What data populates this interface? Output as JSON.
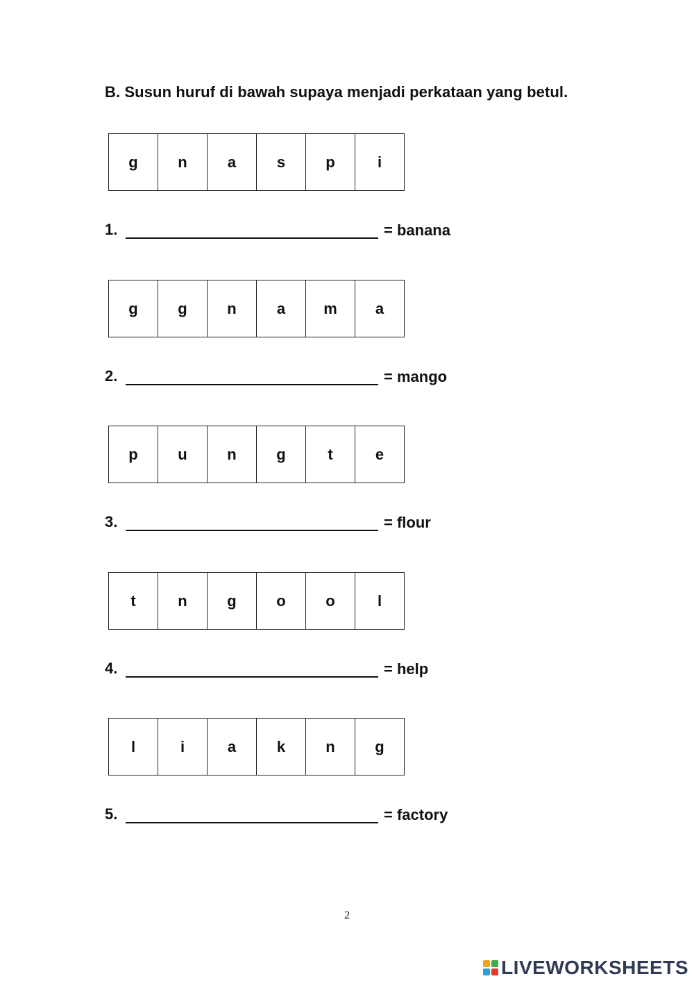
{
  "instruction": "B. Susun huruf di bawah supaya menjadi perkataan yang betul.",
  "questions": [
    {
      "letters": [
        "g",
        "n",
        "a",
        "s",
        "p",
        "i"
      ],
      "number": "1.",
      "answer": "",
      "meaning": "= banana"
    },
    {
      "letters": [
        "g",
        "g",
        "n",
        "a",
        "m",
        "a"
      ],
      "number": "2.",
      "answer": "",
      "meaning": "= mango"
    },
    {
      "letters": [
        "p",
        "u",
        "n",
        "g",
        "t",
        "e"
      ],
      "number": "3.",
      "answer": "",
      "meaning": "= flour"
    },
    {
      "letters": [
        "t",
        "n",
        "g",
        "o",
        "o",
        "l"
      ],
      "number": "4.",
      "answer": "",
      "meaning": "= help"
    },
    {
      "letters": [
        "l",
        "i",
        "a",
        "k",
        "n",
        "g"
      ],
      "number": "5.",
      "answer": "",
      "meaning": "= factory"
    }
  ],
  "page_number": "2",
  "brand": {
    "name": "LIVEWORKSHEETS",
    "logo_icon": "liveworksheets-logo-icon",
    "logo_colors": [
      "#f4a21e",
      "#3dae49",
      "#2a9fd8",
      "#e7392b"
    ]
  }
}
